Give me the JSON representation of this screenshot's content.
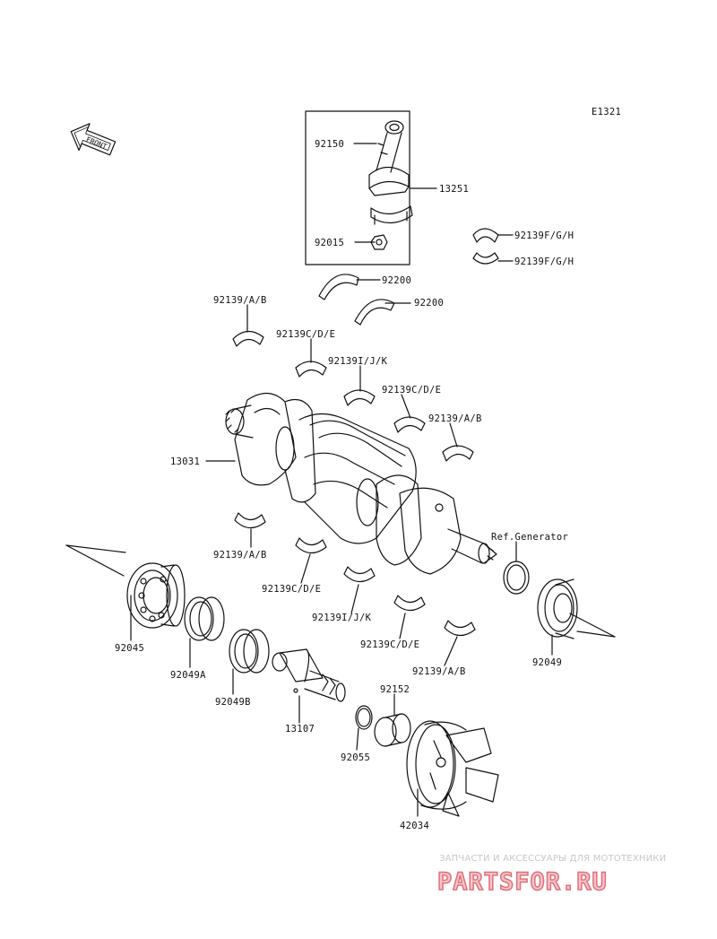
{
  "diagram_code": "E1321",
  "front_badge": "FRONT",
  "parts": [
    {
      "id": "p_92150",
      "label": "92150"
    },
    {
      "id": "p_13251",
      "label": "13251"
    },
    {
      "id": "p_92015",
      "label": "92015"
    },
    {
      "id": "p_92139fgh_1",
      "label": "92139F/G/H"
    },
    {
      "id": "p_92139fgh_2",
      "label": "92139F/G/H"
    },
    {
      "id": "p_92200_1",
      "label": "92200"
    },
    {
      "id": "p_92200_2",
      "label": "92200"
    },
    {
      "id": "p_92139ab_1",
      "label": "92139/A/B"
    },
    {
      "id": "p_92139cde_1",
      "label": "92139C/D/E"
    },
    {
      "id": "p_92139ijk_1",
      "label": "92139I/J/K"
    },
    {
      "id": "p_92139cde_2",
      "label": "92139C/D/E"
    },
    {
      "id": "p_92139ab_2",
      "label": "92139/A/B"
    },
    {
      "id": "p_13031",
      "label": "13031"
    },
    {
      "id": "p_ref_gen",
      "label": "Ref.Generator"
    },
    {
      "id": "p_92139ab_3",
      "label": "92139/A/B"
    },
    {
      "id": "p_92139cde_3",
      "label": "92139C/D/E"
    },
    {
      "id": "p_92139ijk_2",
      "label": "92139I/J/K"
    },
    {
      "id": "p_92139cde_4",
      "label": "92139C/D/E"
    },
    {
      "id": "p_92139ab_4",
      "label": "92139/A/B"
    },
    {
      "id": "p_92045",
      "label": "92045"
    },
    {
      "id": "p_92049a",
      "label": "92049A"
    },
    {
      "id": "p_92049b",
      "label": "92049B"
    },
    {
      "id": "p_13107",
      "label": "13107"
    },
    {
      "id": "p_92152",
      "label": "92152"
    },
    {
      "id": "p_92055",
      "label": "92055"
    },
    {
      "id": "p_92049",
      "label": "92049"
    },
    {
      "id": "p_42034",
      "label": "42034"
    }
  ],
  "watermark": {
    "tagline": "ЗАПЧАСТИ И АКСЕССУАРЫ ДЛЯ МОТОТЕХНИКИ",
    "logo_text": "PARTSFOR.RU",
    "color": "#e0707a"
  }
}
